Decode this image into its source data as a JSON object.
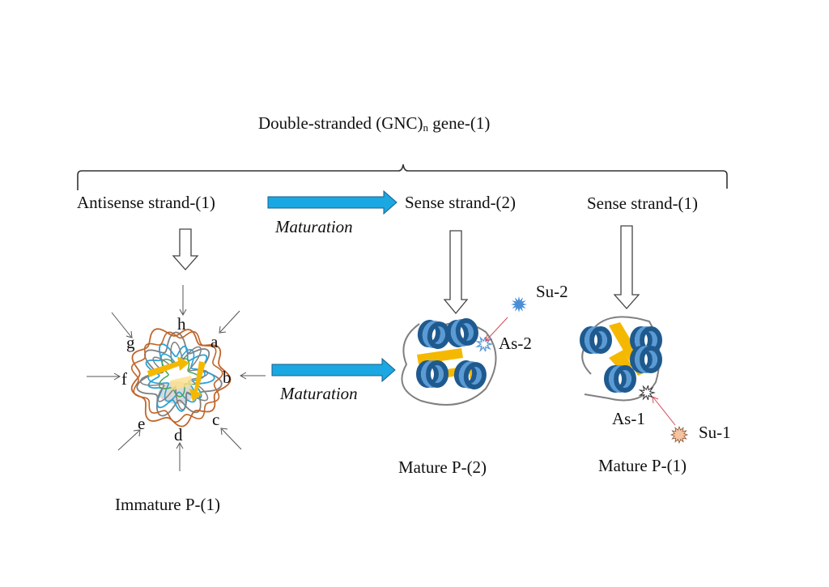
{
  "title": {
    "prefix": "Double-stranded (GNC)",
    "subscript": "n",
    "suffix": " gene-(1)"
  },
  "strands": {
    "antisense_1": "Antisense strand-(1)",
    "sense_2": "Sense strand-(2)",
    "sense_1": "Sense strand-(1)"
  },
  "arrows": {
    "maturation_top": "Maturation",
    "maturation_bottom": "Maturation"
  },
  "immature": {
    "label": "Immature P-(1)",
    "site_labels": [
      "a",
      "b",
      "c",
      "d",
      "e",
      "f",
      "g",
      "h"
    ]
  },
  "mature_2": {
    "label": "Mature P-(2)",
    "active_site": "As-2",
    "substrate": "Su-2"
  },
  "mature_1": {
    "label": "Mature P-(1)",
    "active_site": "As-1",
    "substrate": "Su-1"
  },
  "colors": {
    "flow_arrow": "#1ba7e1",
    "helix_dark": "#1f5a8f",
    "helix_light": "#5b9bd5",
    "sheet": "#f5b800",
    "coil_gray": "#808080",
    "coil_orange": "#c0652a",
    "coil_cyan": "#2aa3d6",
    "coil_green": "#3aa34a",
    "substrate_2": "#4a8fd6",
    "substrate_1": "#f5c3a0",
    "pointer_red": "#d9485a"
  }
}
